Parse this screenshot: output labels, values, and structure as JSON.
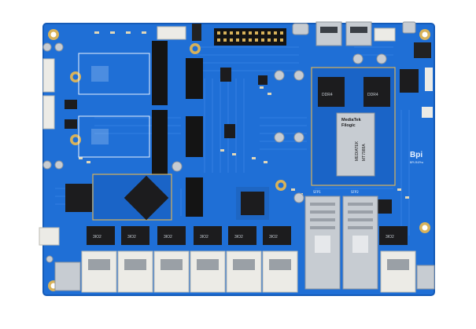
{
  "photo": {
    "subject": "router-development-board",
    "colors": {
      "background": "#ffffff",
      "pcb": "#1f6fd6",
      "pcb_dark": "#155bb8",
      "trace": "#3d86e6",
      "silkscreen": "#e8f2ff",
      "chip": "#1c1c1e",
      "metal": "#c7ccd2",
      "metal_dark": "#8f969e",
      "gold": "#d8b25a",
      "connector_white": "#ecebe6"
    },
    "labels": {
      "soc_brand_1": "MediaTek",
      "soc_brand_2": "Filogic",
      "soc_part_1": "MEDIATEK",
      "soc_part_2": "MT7988A",
      "board_logo": "Bpi",
      "board_model": "BPI-R4Pro",
      "sfp_label_1": "SFP1",
      "sfp_label_2": "SFP2",
      "ram_label_1": "DDR4",
      "ram_label_2": "DDR4"
    },
    "ethernet_transformer_labels": [
      "3IO2",
      "3IO2",
      "3IO2",
      "3IO2",
      "3IO2",
      "3IO2",
      "3IO2"
    ]
  }
}
